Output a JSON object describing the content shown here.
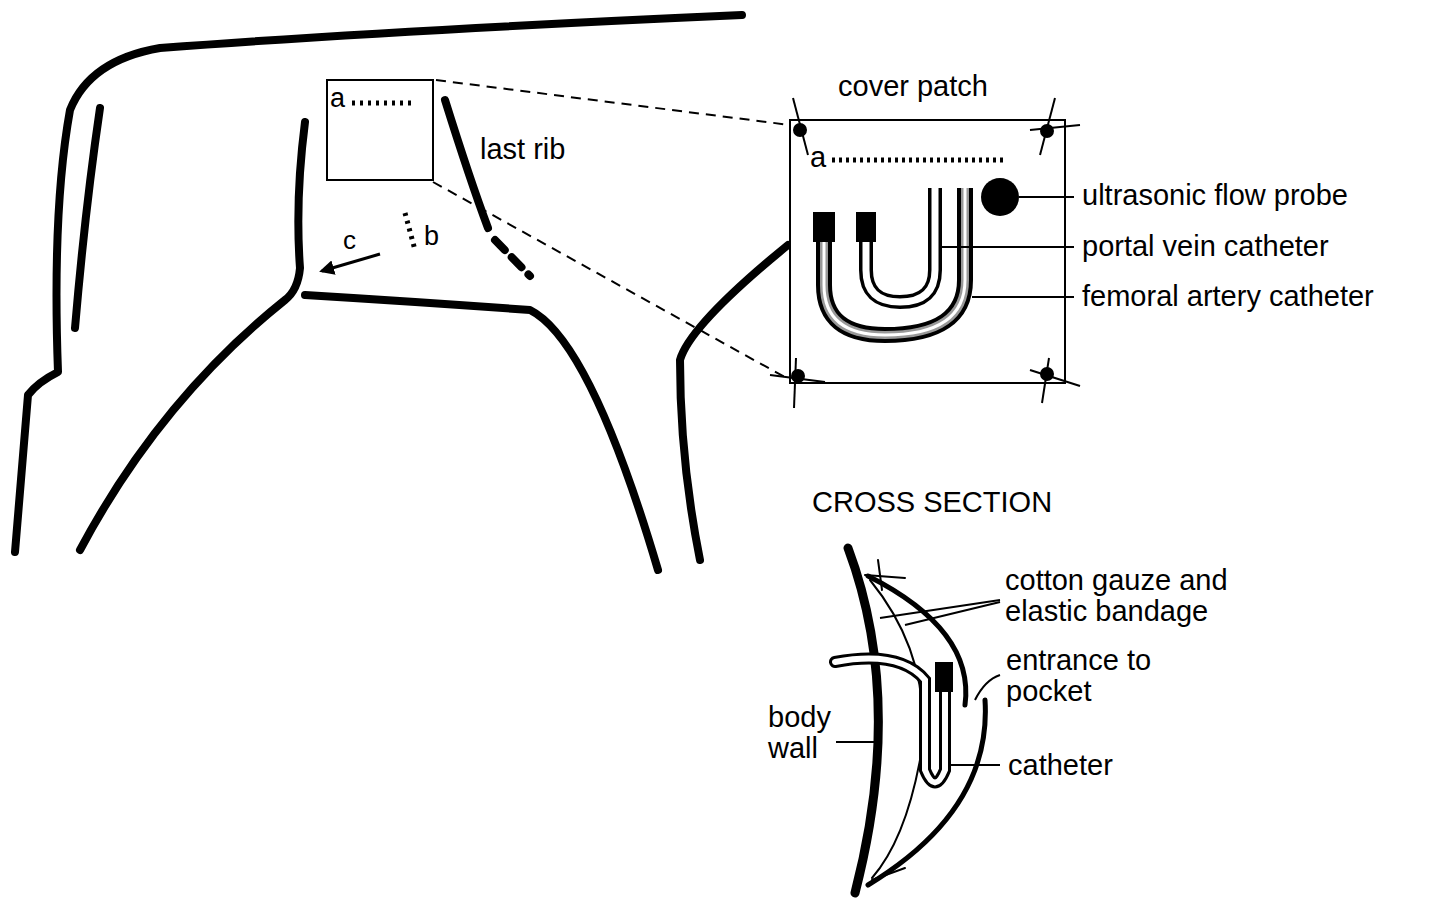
{
  "diagram": {
    "labels": [
      "a",
      "last rib",
      "c",
      "b",
      "cover patch",
      "a",
      "ultrasonic flow probe",
      "portal vein catheter",
      "femoral artery catheter",
      "CROSS SECTION",
      "cotton gauze and elastic bandage",
      "entrance to pocket",
      "body wall",
      "catheter"
    ]
  }
}
